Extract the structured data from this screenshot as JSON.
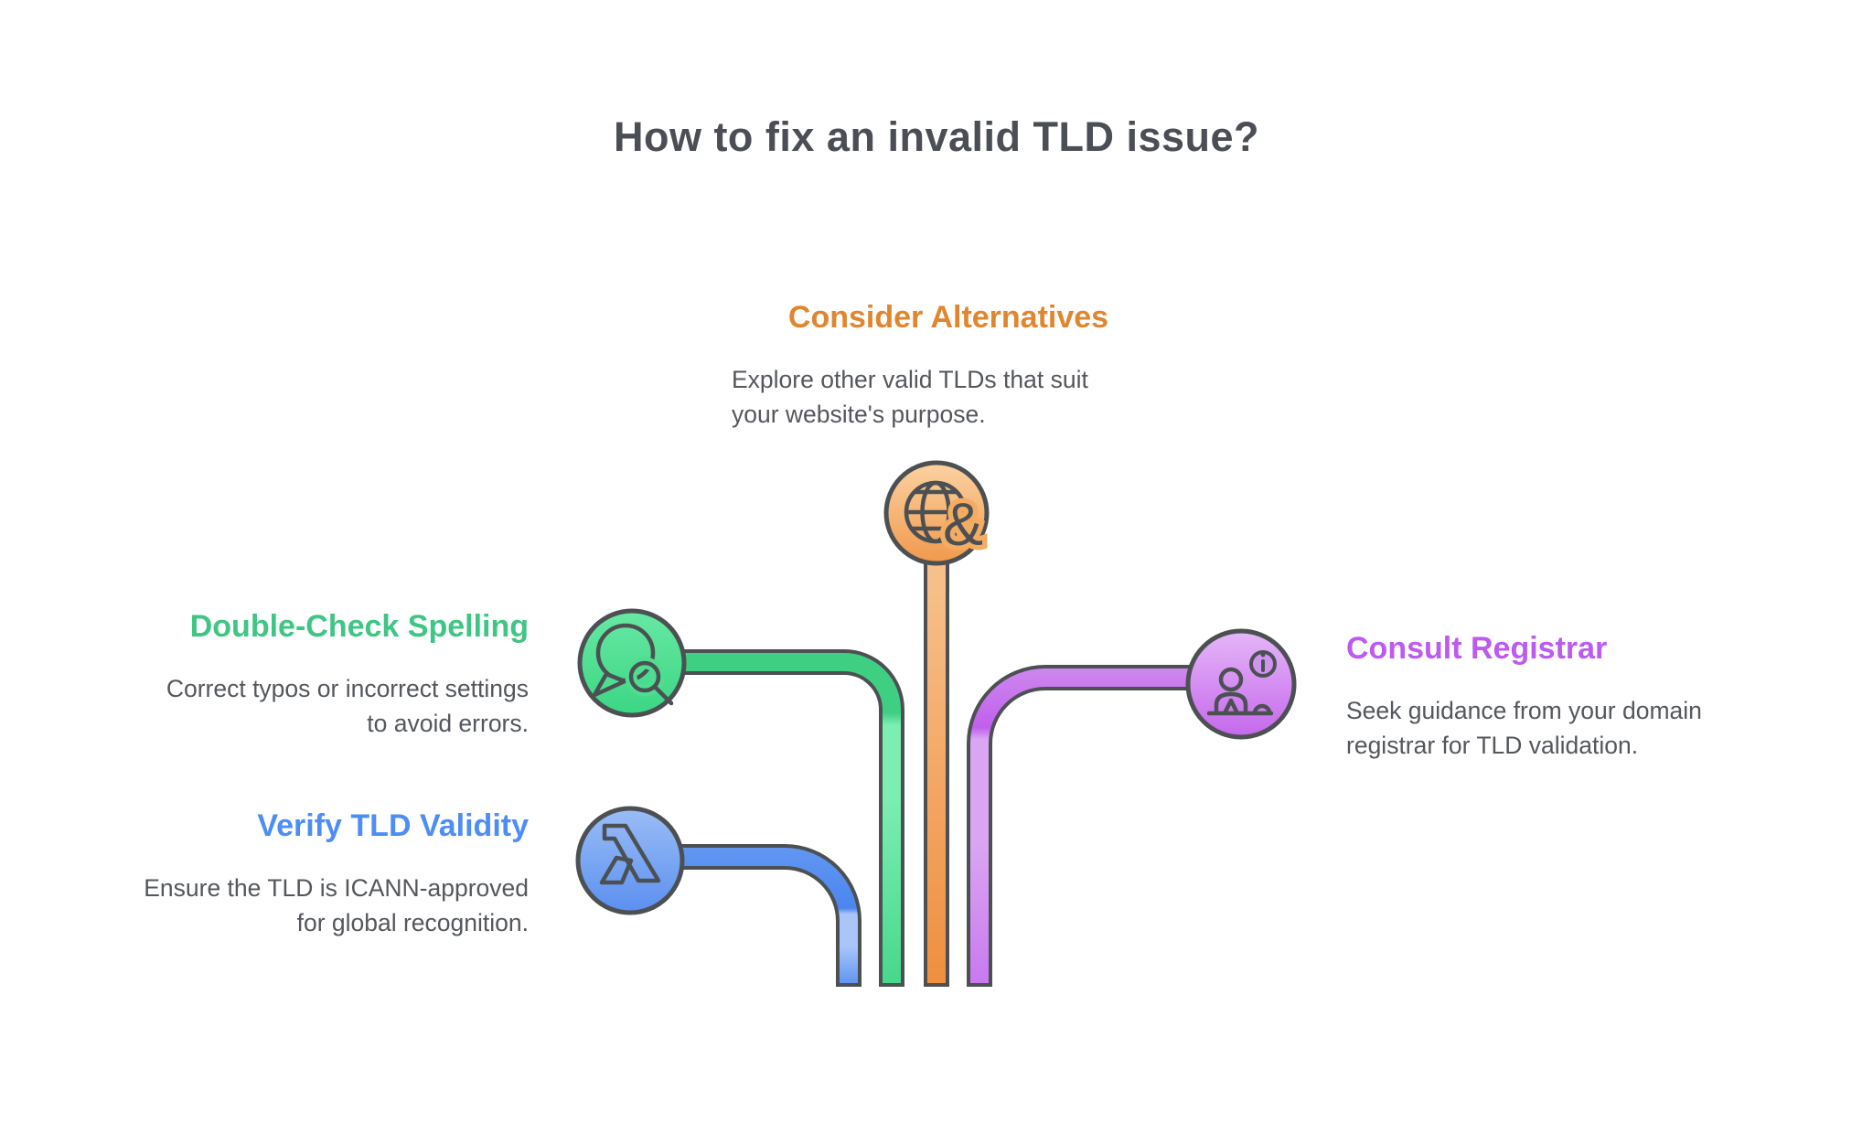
{
  "title": "How to fix an invalid TLD issue?",
  "sections": [
    {
      "id": "consider-alternatives",
      "heading": "Consider Alternatives",
      "body_line1": "Explore other valid TLDs that suit",
      "body_line2": "your website's purpose.",
      "icon": "globe-ampersand-icon",
      "ampersand_glyph": "&"
    },
    {
      "id": "double-check-spelling",
      "heading": "Double-Check Spelling",
      "body_line1": "Correct typos or incorrect settings",
      "body_line2": "to avoid errors.",
      "icon": "chat-search-icon"
    },
    {
      "id": "verify-tld-validity",
      "heading": "Verify TLD Validity",
      "body_line1": "Ensure the TLD is ICANN-approved",
      "body_line2": "for global recognition.",
      "icon": "lambda-icon"
    },
    {
      "id": "consult-registrar",
      "heading": "Consult Registrar",
      "body_line1": "Seek guidance from your domain",
      "body_line2": "registrar for TLD validation.",
      "icon": "person-info-icon"
    }
  ],
  "colors": {
    "background": "#ffffff",
    "title-text": "#4b4e54",
    "body-text": "#54575c",
    "outline": "#4c5053",
    "orange-heading": "#e0862f",
    "orange-circle-top": "#fbd2a2",
    "orange-circle-bottom": "#f0994c",
    "orange-pipe-top": "#f7c390",
    "orange-pipe-bottom": "#ee8f3e",
    "orange-halo": "#f4ab62",
    "green-heading": "#3fc584",
    "green-circle-top": "#68e8a3",
    "green-circle-bottom": "#3bd685",
    "green-pipe-dark": "#3ecf83",
    "green-pipe-light": "#7ceeb3",
    "green-pipe-end": "#47d78b",
    "green-halo": "#4fdd92",
    "blue-heading": "#4d8ef6",
    "blue-circle-top": "#9bbdf6",
    "blue-circle-bottom": "#5b90f0",
    "blue-pipe-start": "#6498f2",
    "blue-pipe-dark": "#4b86ee",
    "blue-pipe-light": "#aac6f9",
    "blue-pipe-end": "#5b91ef",
    "purple-heading": "#bc5af1",
    "purple-circle-top": "#e5b6f8",
    "purple-circle-bottom": "#c568ec",
    "purple-pipe-start": "#cf8bef",
    "purple-pipe-dark": "#c060ec",
    "purple-pipe-light": "#daa6f3",
    "purple-pipe-end": "#c878ef",
    "purple-halo": "#d093f2"
  }
}
